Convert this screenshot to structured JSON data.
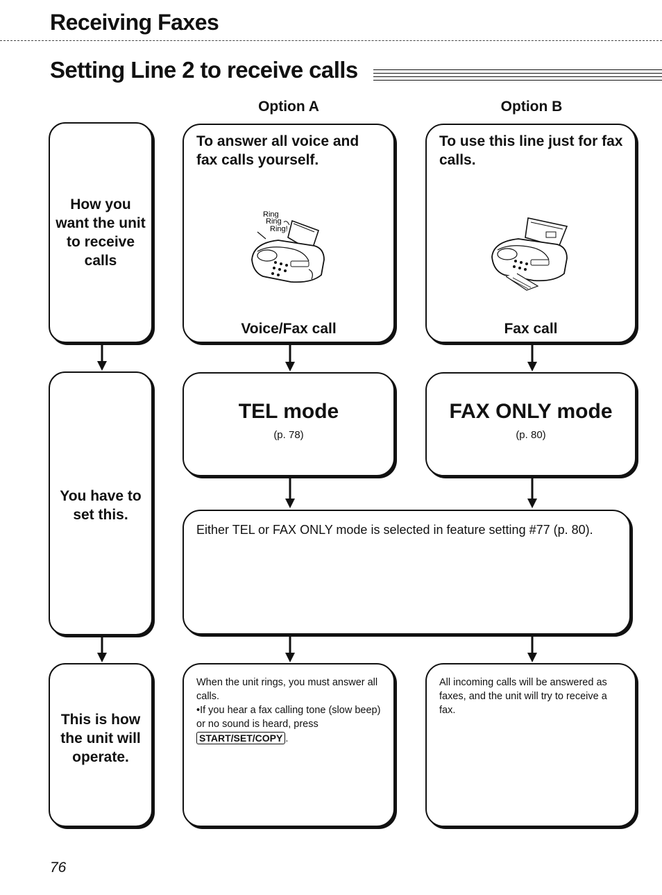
{
  "header": {
    "section": "Receiving Faxes",
    "title": "Setting Line 2 to receive calls"
  },
  "options": {
    "a_label": "Option A",
    "b_label": "Option B"
  },
  "rows": {
    "how_label": "How you want the unit to receive calls",
    "set_label": "You have to set this.",
    "operate_label": "This is how the unit will operate."
  },
  "option_a": {
    "description": "To answer all voice and fax calls yourself.",
    "ring_text": [
      "Ring",
      "Ring",
      "Ring!"
    ],
    "caption": "Voice/Fax call",
    "mode": "TEL mode",
    "mode_page": "(p. 78)",
    "operation": "When the unit rings, you must answer all calls.",
    "bullet": "If you hear a fax calling tone (slow beep) or no sound is heard, press",
    "key": "START/SET/COPY"
  },
  "option_b": {
    "description": "To use this line just for fax calls.",
    "caption": "Fax call",
    "mode": "FAX ONLY mode",
    "mode_page": "(p. 80)",
    "operation": "All incoming calls will be answered as faxes, and the unit will try to receive a fax."
  },
  "setting_note": "Either TEL or FAX ONLY mode is selected in feature setting #77 (p. 80).",
  "page_number": "76",
  "icons": [
    "fax-machine-icon",
    "arrow-down-icon"
  ]
}
